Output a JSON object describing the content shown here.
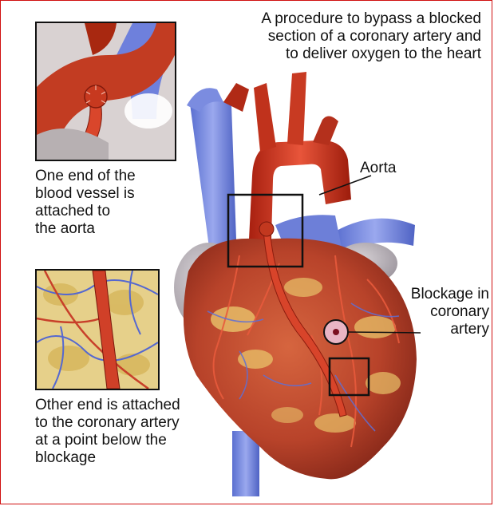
{
  "title": "A procedure to bypass a blocked\nsection of a coronary artery and\nto deliver oxygen to the heart",
  "labels": {
    "aorta": "Aorta",
    "blockage": "Blockage in\ncoronary\nartery"
  },
  "captions": {
    "top": "One end of the\nblood vessel is\nattached to\nthe aorta",
    "bottom": "Other end is attached\nto the coronary artery\nat a point below the\nblockage"
  }
}
